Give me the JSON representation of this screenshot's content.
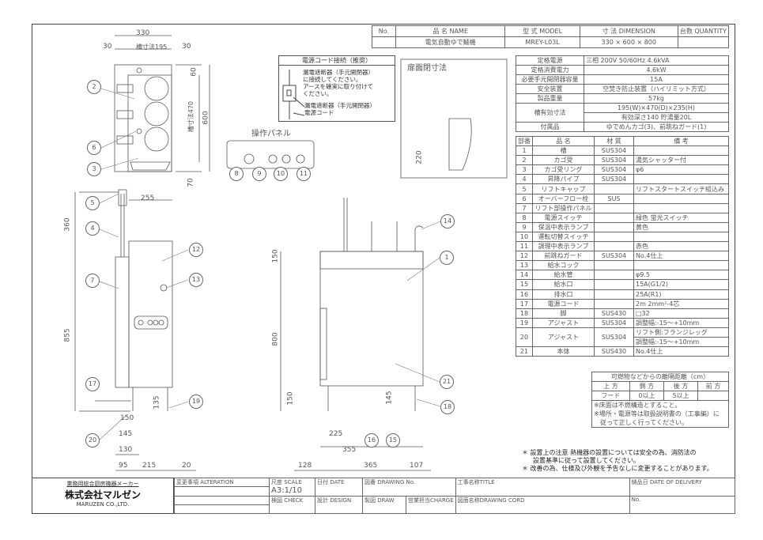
{
  "header": {
    "col_no": "No.",
    "col_name": "品 名 NAME",
    "col_model": "型 式 MODEL",
    "col_dim": "寸 法 DIMENSION",
    "col_qty": "台数 QUANTITY",
    "name": "電気自動ゆで麺機",
    "model": "MREY-L03L",
    "dimension": "330 × 600 × 800"
  },
  "specs": [
    {
      "label": "定格電源",
      "value": "三相 200V 50/60Hz 4.6kVA"
    },
    {
      "label": "定格消費電力",
      "value": "4.6kW"
    },
    {
      "label": "必要手元開閉器容量",
      "value": "15A"
    },
    {
      "label": "安全装置",
      "value": "空焚き防止装置（ハイリミット方式）"
    },
    {
      "label": "製品重量",
      "value": "57kg"
    },
    {
      "label": "槽有効寸法",
      "value": "195(W)×470(D)×235(H)",
      "value2": "有効深さ140 貯湯量20L"
    },
    {
      "label": "付属品",
      "value": "ゆでめんカゴ(3)、前跳ねガード(1)"
    }
  ],
  "parts_header": {
    "no": "部番",
    "name": "品 名",
    "material": "材 質",
    "note": "備 考"
  },
  "parts": [
    {
      "no": "1",
      "name": "槽",
      "material": "SUS304",
      "note": ""
    },
    {
      "no": "2",
      "name": "カゴ受",
      "material": "SUS304",
      "note": "湯気シャッター付"
    },
    {
      "no": "3",
      "name": "カゴ受リング",
      "material": "SUS304",
      "note": "φ6"
    },
    {
      "no": "4",
      "name": "昇降パイプ",
      "material": "SUS304",
      "note": ""
    },
    {
      "no": "5",
      "name": "リフトキャップ",
      "material": "",
      "note": "リフトスタートスイッチ組込み"
    },
    {
      "no": "6",
      "name": "オーバーフロー栓",
      "material": "SUS",
      "note": ""
    },
    {
      "no": "7",
      "name": "リフト部操作パネル",
      "material": "",
      "note": ""
    },
    {
      "no": "8",
      "name": "電源スイッチ",
      "material": "",
      "note": "緑色 蛍光スイッチ"
    },
    {
      "no": "9",
      "name": "保温中表示ランプ",
      "material": "",
      "note": "黄色"
    },
    {
      "no": "10",
      "name": "運転切替スイッチ",
      "material": "",
      "note": ""
    },
    {
      "no": "11",
      "name": "調理中表示ランプ",
      "material": "",
      "note": "赤色"
    },
    {
      "no": "12",
      "name": "前跳ねガード",
      "material": "SUS304",
      "note": "No.4仕上"
    },
    {
      "no": "13",
      "name": "給水コック",
      "material": "",
      "note": ""
    },
    {
      "no": "14",
      "name": "給水管",
      "material": "",
      "note": "φ9.5"
    },
    {
      "no": "15",
      "name": "給水口",
      "material": "",
      "note": "15A(G1/2)"
    },
    {
      "no": "16",
      "name": "排水口",
      "material": "",
      "note": "25A(R1)"
    },
    {
      "no": "17",
      "name": "電源コード",
      "material": "",
      "note": "2m 2mm²-4芯"
    },
    {
      "no": "18",
      "name": "脚",
      "material": "SUS430",
      "note": "□32"
    },
    {
      "no": "19",
      "name": "アジャスト",
      "material": "SUS304",
      "note": "調整幅:-15～+10mm"
    },
    {
      "no": "20",
      "name": "アジャスト",
      "material": "SUS304",
      "note": "リフト側:フランジレッグ",
      "note2": "調整幅:-15～+10mm"
    },
    {
      "no": "21",
      "name": "本体",
      "material": "SUS430",
      "note": "No.4仕上"
    }
  ],
  "clearance": {
    "title": "可燃物などからの離隔距離（cm）",
    "cols": [
      "上 方",
      "側 方",
      "後 方",
      "前 方"
    ],
    "values": [
      "フード",
      "0以上",
      "5以上",
      ""
    ],
    "note1": "※床面は不燃構造とすること。",
    "note2": "※場所・電源等は取扱説明書の（工事編）に",
    "note3": "従って正しく行ってください。"
  },
  "notes": [
    "＊ 設置上の注意 熱機器の設置については安全の為、消防法の",
    "設置基準に従って設置してください。",
    "＊ 改善の為、仕様及び外観を予告なしに変更することがあります。"
  ],
  "power_box": {
    "title": "電源コード接続（推奨）",
    "line1": "漏電遮断器（手元開閉器）",
    "line2": "に接続してください。",
    "line3": "アースを確実に取り付けて",
    "line4": "ください。",
    "label_breaker": "漏電遮断器（手元開閉器）",
    "label_cord": "電源コード"
  },
  "door_label": "扉面閉寸法",
  "panel_label": "操作パネル",
  "balloons": {
    "b1": "1",
    "b2": "2",
    "b3": "3",
    "b4": "4",
    "b5": "5",
    "b6": "6",
    "b7": "7",
    "b8": "8",
    "b9": "9",
    "b10": "10",
    "b11": "11",
    "b12": "12",
    "b13": "13",
    "b14": "14",
    "b15": "15",
    "b16": "16",
    "b17": "17",
    "b18": "18",
    "b19": "19",
    "b20": "20",
    "b21": "21"
  },
  "dims": {
    "d330": "330",
    "d30a": "30",
    "d195": "槽寸法195",
    "d30b": "30",
    "d60": "60",
    "d470": "槽寸法470",
    "d600": "600",
    "d70": "70",
    "d255": "255",
    "d360": "360",
    "d855": "855",
    "d135": "135",
    "d150a": "150",
    "d145a": "145",
    "d130": "130",
    "d95": "95",
    "d215": "215",
    "d20": "20",
    "d150b": "150",
    "d800": "800",
    "d150c": "150",
    "d145b": "145",
    "d225": "225",
    "d355": "355",
    "d128": "128",
    "d365": "365",
    "d107": "107",
    "d220": "220"
  },
  "title_block": {
    "maker_tag": "業務用総合厨房機器メーカー",
    "company": "株式会社マルゼン",
    "company_en": "MARUZEN CO.,LTD.",
    "alteration": "変更事項 ALTERATION",
    "scale_label": "尺度 SCALE",
    "scale": "A3:1/10",
    "date": "日付 DATE",
    "drawing_no": "図番 DRAWING No.",
    "title": "工事名称TITLE",
    "delivery": "納品日 DATE OF DELIVERY",
    "check": "検図 CHECK",
    "design": "設計 DESIGN",
    "draw": "製図 DRAW",
    "charge": "営業担当CHARGE",
    "cord": "図面名称DRAWING CORD",
    "no": "No."
  }
}
